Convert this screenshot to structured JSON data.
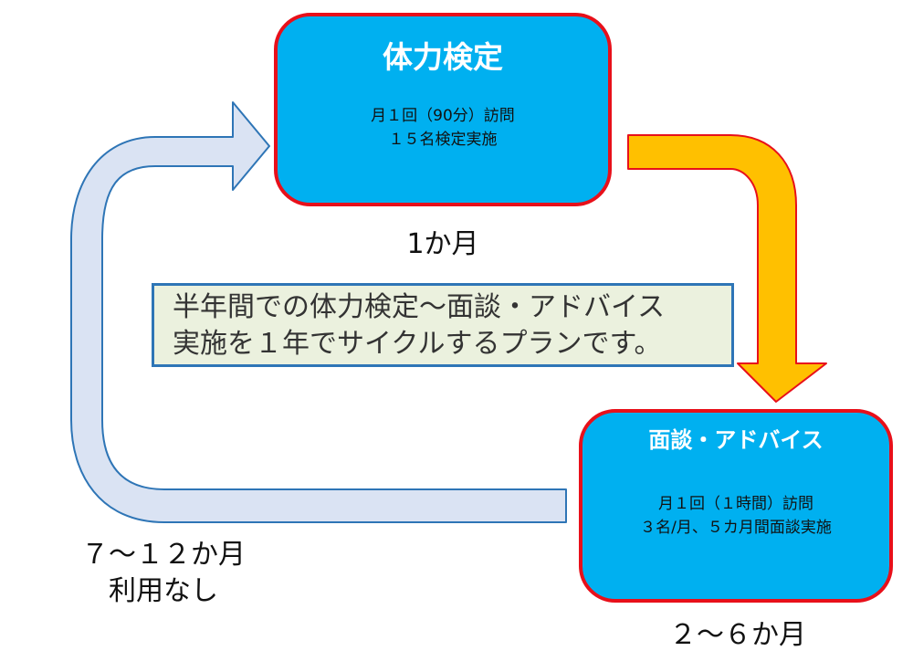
{
  "fitness_box": {
    "title": "体力検定",
    "line1": "月１回（90分）訪問",
    "line2": "１５名検定実施"
  },
  "interview_box": {
    "title": "面談・アドバイス",
    "line1": "月１回（１時間）訪問",
    "line2": "３名/月、５カ月間面談実施"
  },
  "periods": {
    "first": "1か月",
    "second": "２～６か月",
    "third_line1": "７～１２か月",
    "third_line2": "利用なし"
  },
  "summary": {
    "line1": "半年間での体力検定～面談・アドバイス",
    "line2": "実施を１年でサイクルするプランです。"
  },
  "colors": {
    "box_fill": "#00b0f0",
    "box_border": "#e8101a",
    "orange_arrow": "#ffc000",
    "return_arrow_fill": "#dae3f3",
    "return_arrow_stroke": "#2e75b6",
    "summary_fill": "#ebf1de"
  }
}
